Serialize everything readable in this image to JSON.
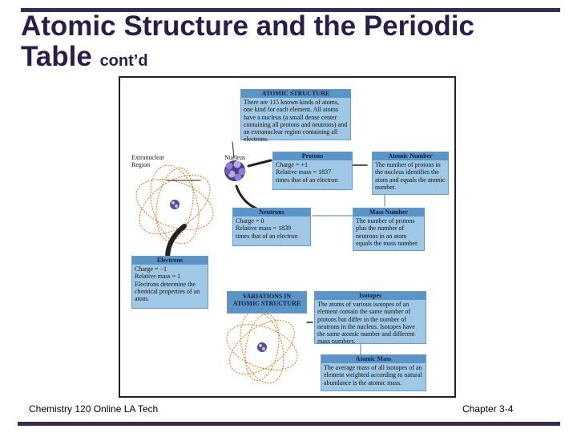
{
  "slide": {
    "title_main": "Atomic Structure and the Periodic Table",
    "title_sub": "cont’d",
    "footer_left": "Chemistry 120 Online LA Tech",
    "footer_right": "Chapter 3-4"
  },
  "figure": {
    "label_extranuclear_line1": "Extranuclear",
    "label_extranuclear_line2": "Region",
    "label_nucleus": "Nucleus",
    "atomic_structure": {
      "header": "ATOMIC STRUCTURE",
      "text": "There are 115 known kinds of atoms, one kind for each element. All atoms have a nucleus (a small dense center containing all protons and neutrons) and an extranuclear region containing all electrons."
    },
    "protons": {
      "header": "Protons",
      "line1": "Charge = +1",
      "line2": "Relative mass = 1837",
      "line3": "times that of an electron"
    },
    "atomic_number": {
      "header": "Atomic Number",
      "text": "The number of protons in the nucleus identifies the atom and equals the atomic number."
    },
    "neutrons": {
      "header": "Neutrons",
      "line1": "Charge = 0",
      "line2": "Relative mass = 1839",
      "line3": "times that of an electron"
    },
    "mass_number": {
      "header": "Mass Number",
      "text": "The number of protons plus the number of neutrons in an atom equals the mass number."
    },
    "electrons": {
      "header": "Electrons",
      "line1": "Charge = −1",
      "line2": "Relative mass = 1",
      "line3": "Electrons determine the chemical properties of an atom."
    },
    "variations": {
      "line1": "VARIATIONS IN",
      "line2": "ATOMIC STRUCTURE"
    },
    "isotopes": {
      "header": "Isotopes",
      "text": "The atoms of various isotopes of an element contain the same number of protons but differ in the number of neutrons in the nucleus. Isotopes have the same atomic number and different mass numbers."
    },
    "atomic_mass": {
      "header": "Atomic Mass",
      "text": "The average mass of all isotopes of an element weighted according to natural abundance is the atomic mass."
    }
  },
  "colors": {
    "title": "#2b1d4a",
    "bar": "#3a2a55",
    "box_fill": "#9fc7e6",
    "box_header": "#5b95c8",
    "orbit": "#e07a1f"
  }
}
